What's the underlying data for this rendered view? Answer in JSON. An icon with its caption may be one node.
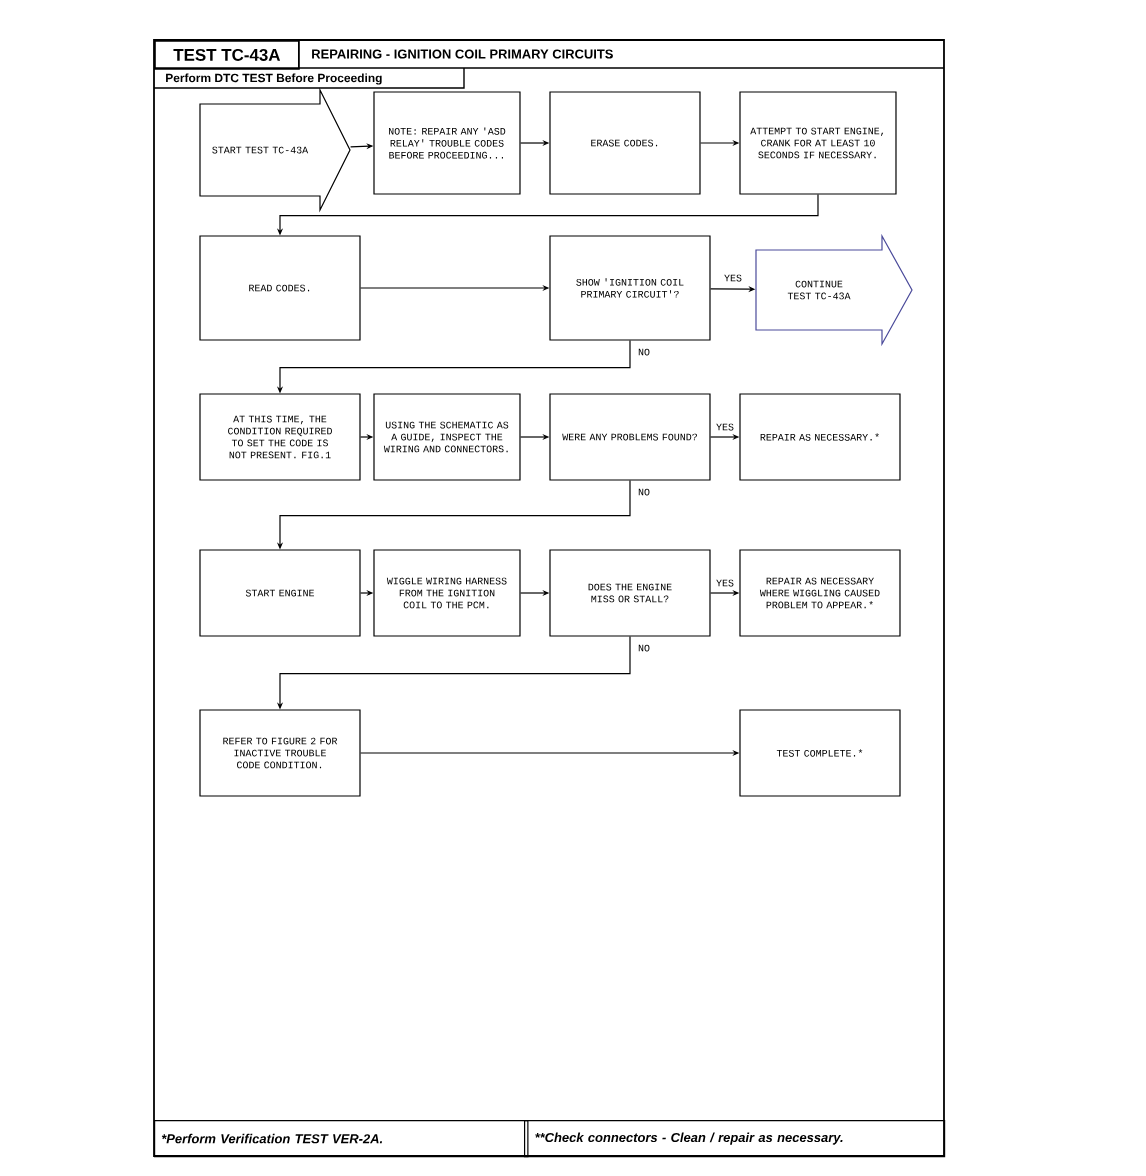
{
  "diagram": {
    "nodes": [
      {
        "text": [
          "START TEST TC-43A"
        ]
      },
      {
        "text": [
          "NOTE: REPAIR ANY 'ASD RELAY' TROUBLE CODES BEFORE PROCEEDING..."
        ]
      },
      {
        "text": [
          "ERASE CODES."
        ]
      },
      {
        "text": [
          "ATTEMPT TO START ENGINE, CRANK FOR AT LEAST 10 SECONDS IF NECESSARY."
        ]
      },
      {
        "text": [
          "READ CODES."
        ]
      },
      {
        "text": [
          "SHOW 'IGNITION COIL PRIMARY CIRCUIT'?"
        ]
      },
      {
        "text": [
          "CONTINUE TEST TC-43A"
        ]
      },
      {
        "text": [
          "AT THIS TIME, THE CONDITION REQUIRED TO SET THE CODE IS NOT PRESENT. FIG.1"
        ]
      },
      {
        "text": [
          "USING THE SCHEMATIC AS A GUIDE, INSPECT THE WIRING AND CONNECTORS."
        ]
      },
      {
        "text": [
          "WERE ANY PROBLEMS FOUND?"
        ]
      },
      {
        "text": [
          "REPAIR AS NECESSARY.*"
        ]
      },
      {
        "text": [
          "START ENGINE"
        ]
      },
      {
        "text": [
          "WIGGLE WIRING HARNESS FROM THE IGNITION COIL TO THE PCM."
        ]
      },
      {
        "text": [
          "DOES THE ENGINE MISS OR STALL?"
        ]
      },
      {
        "text": [
          "REPAIR AS NECESSARY WHERE WIGGLING CAUSED PROBLEM TO APPEAR.*"
        ]
      },
      {
        "text": [
          "REFER TO FIGURE 2 FOR INACTIVE TROUBLE CODE CONDITION."
        ]
      },
      {
        "text": [
          "TEST COMPLETE.*"
        ]
      }
    ],
    "edges": [
      {
        "from": 0,
        "to": 1,
        "arrow": "to"
      },
      {
        "from": 1,
        "to": 2,
        "arrow": "to"
      },
      {
        "from": 2,
        "to": 3,
        "arrow": "to"
      },
      {
        "from": 3,
        "to": 4,
        "arrow": "to"
      },
      {
        "from": 4,
        "to": 5,
        "arrow": "to"
      },
      {
        "from": 5,
        "to": 6,
        "arrow": "to",
        "label": "YES"
      },
      {
        "from": 5,
        "to": 7,
        "arrow": "to",
        "label": "NO"
      },
      {
        "from": 7,
        "to": 8,
        "arrow": "to"
      },
      {
        "from": 8,
        "to": 9,
        "arrow": "to"
      },
      {
        "from": 9,
        "to": 10,
        "arrow": "to",
        "label": "YES"
      },
      {
        "from": 9,
        "to": 11,
        "arrow": "to",
        "label": "NO"
      },
      {
        "from": 11,
        "to": 12,
        "arrow": "to"
      },
      {
        "from": 12,
        "to": 13,
        "arrow": "to"
      },
      {
        "from": 13,
        "to": 14,
        "arrow": "to",
        "label": "YES"
      },
      {
        "from": 13,
        "to": 15,
        "arrow": "to",
        "label": "NO"
      },
      {
        "from": 15,
        "to": 16,
        "arrow": "to"
      }
    ],
    "labels": [
      "TEST TC-43A",
      "REPAIRING - IGNITION COIL PRIMARY CIRCUITS",
      "Perform DTC TEST Before Proceeding",
      "*Perform Verification TEST VER-2A.",
      "**Check connectors - Clean / repair as necessary."
    ]
  }
}
